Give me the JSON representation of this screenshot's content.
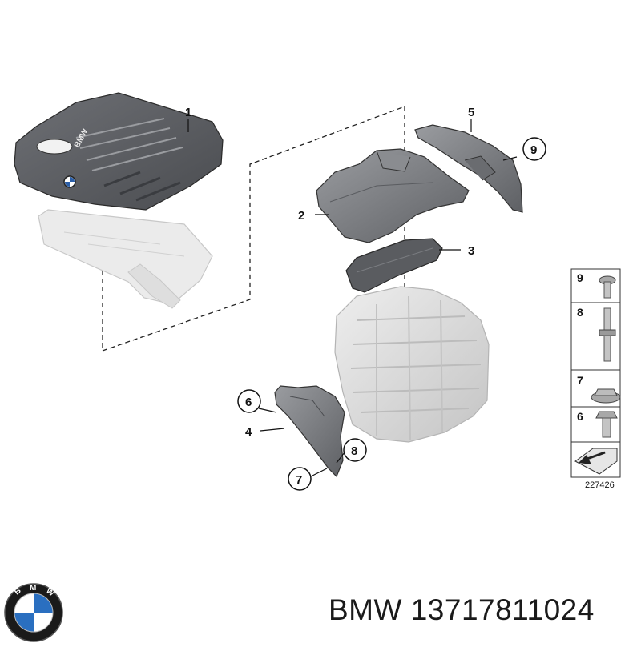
{
  "diagram": {
    "callouts": [
      {
        "id": "callout-1",
        "label": "1",
        "circled": false
      },
      {
        "id": "callout-2",
        "label": "2",
        "circled": false
      },
      {
        "id": "callout-3",
        "label": "3",
        "circled": false
      },
      {
        "id": "callout-4",
        "label": "4",
        "circled": false
      },
      {
        "id": "callout-5",
        "label": "5",
        "circled": false
      },
      {
        "id": "callout-6",
        "label": "6",
        "circled": true
      },
      {
        "id": "callout-7",
        "label": "7",
        "circled": true
      },
      {
        "id": "callout-8",
        "label": "8",
        "circled": true
      },
      {
        "id": "callout-9",
        "label": "9",
        "circled": true
      }
    ],
    "legend": [
      {
        "label": "9",
        "part": "push-rivet"
      },
      {
        "label": "8",
        "part": "stud-bolt"
      },
      {
        "label": "7",
        "part": "collar-nut"
      },
      {
        "label": "6",
        "part": "hex-bolt"
      }
    ],
    "reference_number": "227426",
    "cover_lettering": "BMW"
  },
  "caption": {
    "brand": "BMW",
    "part_number": "13717811024"
  },
  "colors": {
    "cover": "#5b5d62",
    "shield": "#76787c",
    "engine": "#d6d6d6",
    "ghost": "#e4e4e4",
    "line": "#222222"
  }
}
